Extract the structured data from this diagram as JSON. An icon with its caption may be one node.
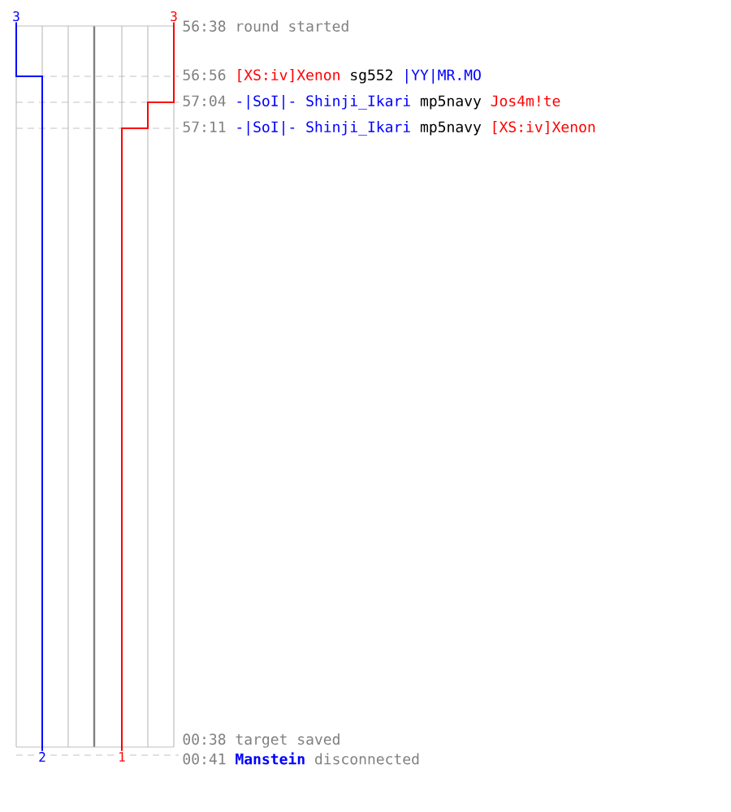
{
  "diagram": {
    "nodes": [
      {
        "text": [
          "3"
        ]
      },
      {
        "text": [
          "3"
        ]
      },
      {
        "text": [
          "2"
        ]
      },
      {
        "text": [
          "1"
        ]
      }
    ],
    "edges": [
      {
        "from": 0,
        "to": 2,
        "arrow": "none",
        "color": "#0000ff"
      },
      {
        "from": 1,
        "to": 3,
        "arrow": "none",
        "color": "#ff0000"
      }
    ],
    "labels": [
      "56:38",
      "round started",
      "56:56",
      "[XS:iv]Xenon",
      "sg552",
      "|YY|MR.MO",
      "57:04",
      "-|SoI|- Shinji_Ikari",
      "mp5navy",
      "Jos4m!te",
      "57:11",
      "-|SoI|- Shinji_Ikari",
      "mp5navy",
      "[XS:iv]Xenon",
      "00:38",
      "target saved",
      "00:41",
      "Manstein",
      "disconnected"
    ]
  }
}
